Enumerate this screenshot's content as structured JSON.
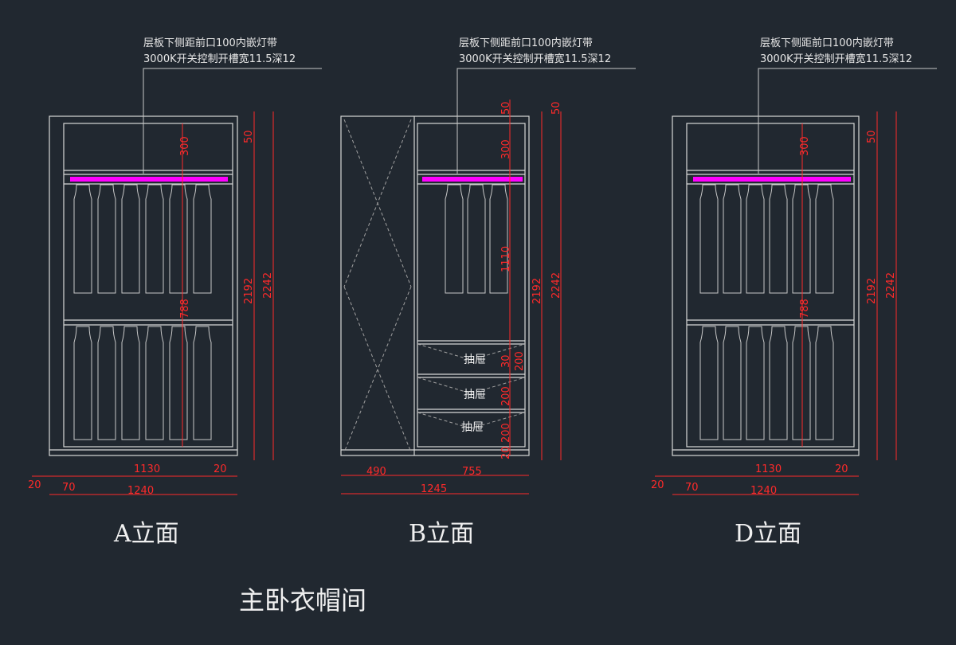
{
  "drawing": {
    "main_title": "主卧衣帽间",
    "note_line1": "层板下侧距前口100内嵌灯带",
    "note_line2": "3000K开关控制开槽宽11.5深12",
    "drawer_label": "抽屉",
    "elevations": {
      "a": {
        "title": "A立面",
        "dims": {
          "top": "50",
          "shelf": "300",
          "rod": "788",
          "inner_h": "2192",
          "total_h": "2242",
          "inner_w": "1130",
          "side": "20",
          "left_side": "20",
          "offset": "70",
          "total_w": "1240"
        }
      },
      "b": {
        "title": "B立面",
        "dims": {
          "top_a": "50",
          "top_b": "50",
          "shelf": "300",
          "hang": "1110",
          "drawer_top": "200",
          "gap": "30",
          "drawer_mid": "200",
          "drawer_low": "200",
          "base": "20",
          "inner_h": "2192",
          "total_h": "2242",
          "left_w": "490",
          "right_w": "755",
          "total_w": "1245"
        }
      },
      "d": {
        "title": "D立面",
        "dims": {
          "top": "50",
          "shelf": "300",
          "rod": "788",
          "inner_h": "2192",
          "total_h": "2242",
          "inner_w": "1130",
          "side": "20",
          "left_side": "20",
          "offset": "70",
          "total_w": "1240"
        }
      }
    }
  },
  "colors": {
    "background": "#212830",
    "lines": "#d8d8d8",
    "dimensions": "#ff2a2a",
    "led_strip": "#ff00ff"
  }
}
